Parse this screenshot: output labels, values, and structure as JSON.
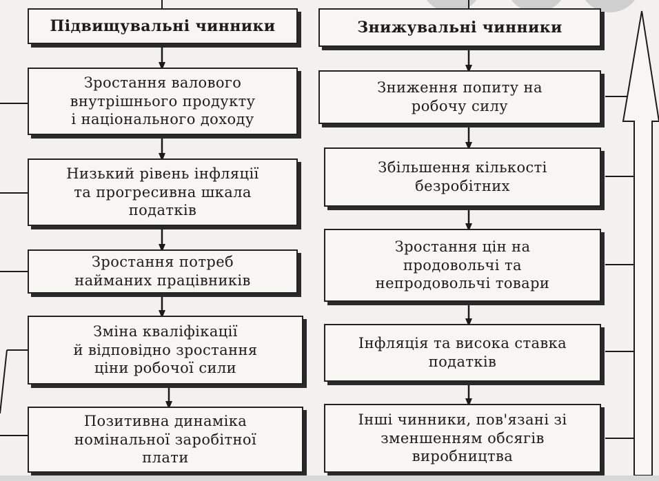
{
  "left_column": {
    "header": "Підвищувальні чинники",
    "items": [
      "Зростання валового\nвнутрішнього продукту\nі національного доходу",
      "Низький рівень інфляції\nта прогресивна шкала\nподатків",
      "Зростання потреб\nнайманих працівників",
      "Зміна кваліфікації\nй відповідно зростання\nціни робочої сили",
      "Позитивна динаміка\nномінальної заробітної\nплати"
    ]
  },
  "right_column": {
    "header": "Знижувальні чинники",
    "items": [
      "Зниження попиту на\nробочу силу",
      "Збільшення кількості\nбезробітних",
      "Зростання цін на\nпродовольчі та\nнепродовольчі товари",
      "Інфляція та висока ставка\nподатків",
      "Інші чинники, пов'язані зі\nзменшенням обсягів\nвиробництва"
    ]
  }
}
